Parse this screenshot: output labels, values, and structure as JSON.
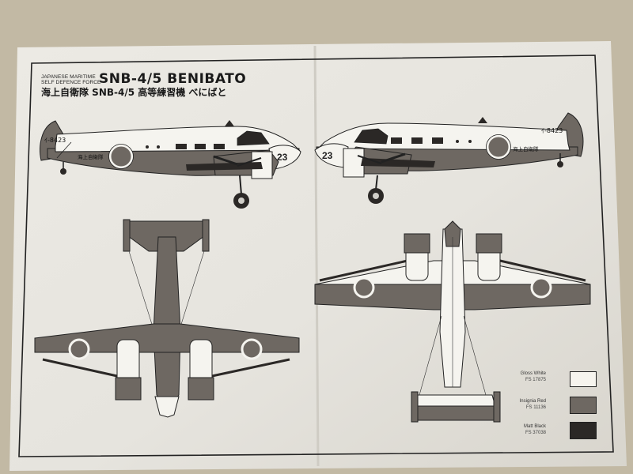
{
  "header": {
    "org_line1": "JAPANESE MARITIME",
    "org_line2": "SELF DEFENCE FORCE",
    "title": "SNB-4/5 BENIBATO",
    "subtitle": "海上自衛隊 SNB-4/5 高等練習機 べにばと"
  },
  "aircraft": {
    "serial": "ｲ-8423",
    "nose_number": "23",
    "fuselage_text": "海上自衛隊"
  },
  "legend": [
    {
      "name": "Gloss White",
      "fs": "FS 17875",
      "color": "#f6f4ee"
    },
    {
      "name": "Insignia Red",
      "fs": "FS 11136",
      "color": "#6e6862"
    },
    {
      "name": "Matt Black",
      "fs": "FS 37038",
      "color": "#2b2826"
    }
  ]
}
